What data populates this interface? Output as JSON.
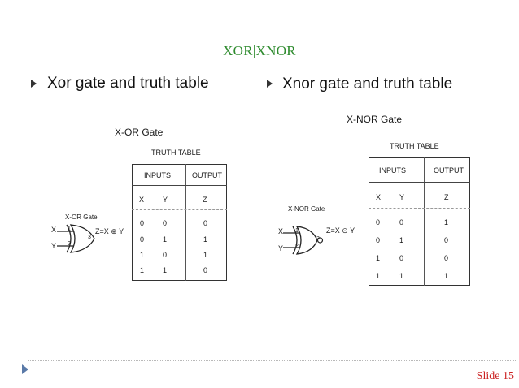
{
  "slide": {
    "title": "XOR|XNOR",
    "bullets": [
      {
        "text": "Xor gate and truth table"
      },
      {
        "text": "Xnor gate and truth table"
      }
    ],
    "slide_number": "Slide 15"
  },
  "xor_figure": {
    "heading": "X-OR Gate",
    "truth_table_title": "TRUTH TABLE",
    "group_headers": [
      "INPUTS",
      "OUTPUT"
    ],
    "col_headers": [
      "X",
      "Y",
      "Z"
    ],
    "rows": [
      [
        "0",
        "0",
        "0"
      ],
      [
        "0",
        "1",
        "1"
      ],
      [
        "1",
        "0",
        "1"
      ],
      [
        "1",
        "1",
        "0"
      ]
    ],
    "symbol_label": "X-OR Gate",
    "input_labels": [
      "X",
      "Y"
    ],
    "pin_labels": [
      "1",
      "2",
      "3"
    ],
    "output_expr": "Z=X ⊕ Y"
  },
  "xnor_figure": {
    "heading": "X-NOR Gate",
    "truth_table_title": "TRUTH TABLE",
    "group_headers": [
      "INPUTS",
      "OUTPUT"
    ],
    "col_headers": [
      "X",
      "Y",
      "Z"
    ],
    "rows": [
      [
        "0",
        "0",
        "1"
      ],
      [
        "0",
        "1",
        "0"
      ],
      [
        "1",
        "0",
        "0"
      ],
      [
        "1",
        "1",
        "1"
      ]
    ],
    "symbol_label": "X-NOR Gate",
    "input_labels": [
      "X",
      "Y"
    ],
    "pin_labels": [
      "1",
      "2",
      "3"
    ],
    "output_expr": "Z=X ⊙ Y"
  },
  "colors": {
    "title": "#2e8b2e",
    "slide_number": "#cc2222",
    "bullet_arrow": "#333333",
    "footer_triangle": "#5a7aa8"
  }
}
